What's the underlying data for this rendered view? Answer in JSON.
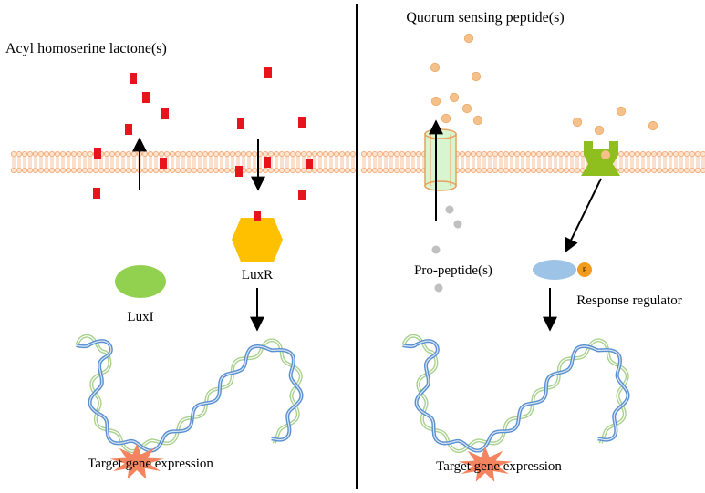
{
  "left_panel": {
    "title": "Acyl homoserine lactone(s)",
    "synthase_label": "LuxI",
    "receptor_label": "LuxR",
    "output_label": "Target gene expression"
  },
  "right_panel": {
    "title": "Quorum sensing peptide(s)",
    "propeptide_label": "Pro-peptide(s)",
    "regulator_label": "Response regulator",
    "phosphate_label": "P",
    "output_label": "Target gene expression"
  },
  "colors": {
    "signal_ahl": "#e8141b",
    "peptide": "#f6c08a",
    "propeptide": "#c0c0c0",
    "luxi": "#92d050",
    "luxr": "#ffc000",
    "receptor_kinase": "#8fbf1f",
    "regulator": "#9dc3e6",
    "phosphate": "#f39b1e",
    "membrane": "#f4b183",
    "dna_strand_a": "#5a8fd0",
    "dna_strand_b": "#a9d18e",
    "starburst": "#f4845f"
  }
}
